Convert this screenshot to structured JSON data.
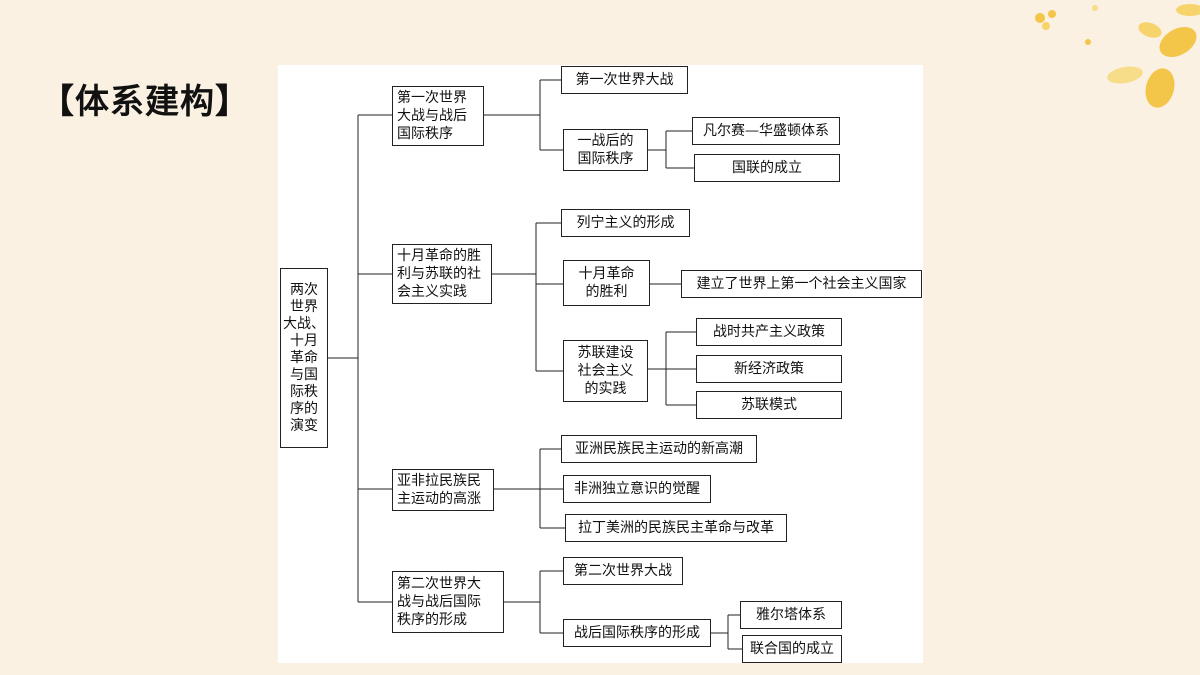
{
  "slide": {
    "title": "【体系建构】",
    "decor": {
      "accent": "#f3c64a",
      "accent_light": "#f7dc8a"
    }
  },
  "diagram": {
    "root": "两次\n世界\n大战、\n十月\n革命\n与国\n际秩\n序的\n演变",
    "b1": "第一次世界\n大战与战后\n国际秩序",
    "b1_1": "第一次世界大战",
    "b1_2": "一战后的\n国际秩序",
    "b1_2_1": "凡尔赛—华盛顿体系",
    "b1_2_2": "国联的成立",
    "b2": "十月革命的胜\n利与苏联的社\n会主义实践",
    "b2_1": "列宁主义的形成",
    "b2_2": "十月革命\n的胜利",
    "b2_2_1": "建立了世界上第一个社会主义国家",
    "b2_3": "苏联建设\n社会主义\n的实践",
    "b2_3_1": "战时共产主义政策",
    "b2_3_2": "新经济政策",
    "b2_3_3": "苏联模式",
    "b3": "亚非拉民族民\n主运动的高涨",
    "b3_1": "亚洲民族民主运动的新高潮",
    "b3_2": "非洲独立意识的觉醒",
    "b3_3": "拉丁美洲的民族民主革命与改革",
    "b4": "第二次世界大\n战与战后国际\n秩序的形成",
    "b4_1": "第二次世界大战",
    "b4_2": "战后国际秩序的形成",
    "b4_2_1": "雅尔塔体系",
    "b4_2_2": "联合国的成立"
  }
}
